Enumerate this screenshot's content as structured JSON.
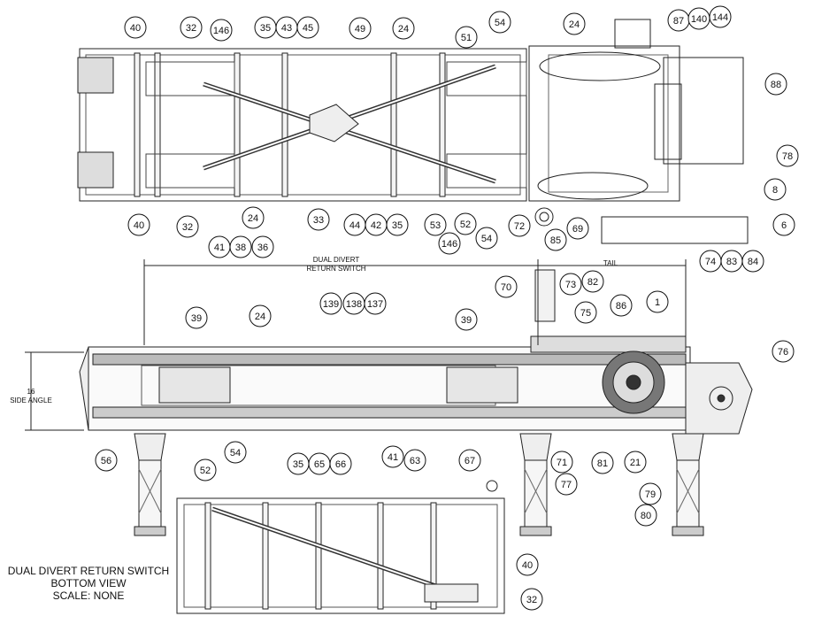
{
  "caption": {
    "line1": "DUAL DIVERT RETURN SWITCH",
    "line2": "BOTTOM VIEW",
    "line3": "SCALE: NONE"
  },
  "dimensions": {
    "span_line1": "DUAL DIVERT",
    "span_line2": "RETURN SWITCH",
    "tail": "TAIL",
    "height_value": "16",
    "height_label": "SIDE ANGLE"
  },
  "callouts": [
    "40",
    "32",
    "146",
    "35",
    "43",
    "45",
    "49",
    "24",
    "51",
    "54",
    "24",
    "87",
    "140",
    "144",
    "88",
    "78",
    "8",
    "6",
    "74",
    "83",
    "84",
    "40",
    "32",
    "24",
    "41",
    "38",
    "36",
    "33",
    "44",
    "42",
    "35",
    "53",
    "146",
    "52",
    "54",
    "72",
    "85",
    "69",
    "70",
    "73",
    "82",
    "75",
    "86",
    "1",
    "76",
    "39",
    "24",
    "139",
    "138",
    "137",
    "39",
    "56",
    "41",
    "63",
    "67",
    "71",
    "77",
    "81",
    "21",
    "79",
    "80",
    "52",
    "54",
    "35",
    "65",
    "66",
    "40",
    "32"
  ]
}
